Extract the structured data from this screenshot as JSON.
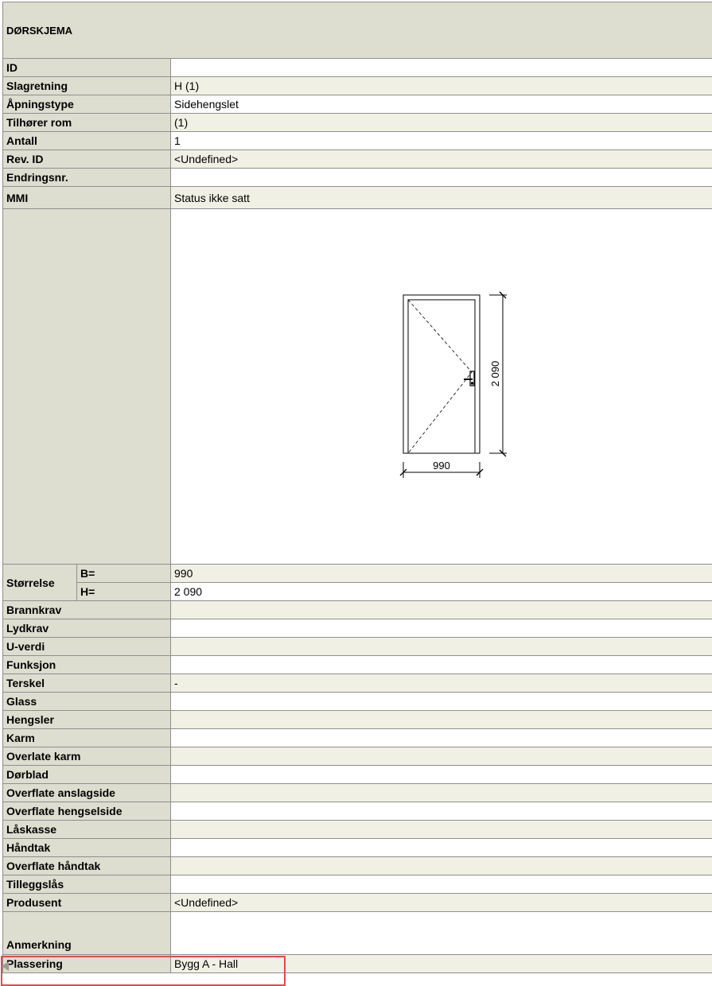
{
  "title": "DØRSKJEMA",
  "top_rows": [
    {
      "label": "ID",
      "value": ""
    },
    {
      "label": "Slagretning",
      "value": "H (1)"
    },
    {
      "label": "Åpningstype",
      "value": "Sidehengslet"
    },
    {
      "label": "Tilhører rom",
      "value": " (1)"
    },
    {
      "label": "Antall",
      "value": "1"
    },
    {
      "label": "Rev. ID",
      "value": "<Undefined>"
    },
    {
      "label": "Endringsnr.",
      "value": ""
    },
    {
      "label": "MMI",
      "value": "Status ikke satt"
    }
  ],
  "drawing": {
    "width_dim": "990",
    "height_dim": "2 090"
  },
  "size": {
    "label": "Størrelse",
    "b_label": "B=",
    "b_value": "990",
    "h_label": "H=",
    "h_value": "2 090"
  },
  "bottom_rows": [
    {
      "label": "Brannkrav",
      "value": ""
    },
    {
      "label": "Lydkrav",
      "value": ""
    },
    {
      "label": "U-verdi",
      "value": ""
    },
    {
      "label": "Funksjon",
      "value": ""
    },
    {
      "label": "Terskel",
      "value": "-"
    },
    {
      "label": "Glass",
      "value": ""
    },
    {
      "label": "Hengsler",
      "value": ""
    },
    {
      "label": "Karm",
      "value": ""
    },
    {
      "label": "Overlate karm",
      "value": ""
    },
    {
      "label": "Dørblad",
      "value": ""
    },
    {
      "label": "Overflate anslagside",
      "value": ""
    },
    {
      "label": "Overflate hengselside",
      "value": ""
    },
    {
      "label": "Låskasse",
      "value": ""
    },
    {
      "label": "Håndtak",
      "value": ""
    },
    {
      "label": "Overflate håndtak",
      "value": ""
    },
    {
      "label": "Tilleggslås",
      "value": ""
    },
    {
      "label": "Produsent",
      "value": "<Undefined>"
    }
  ],
  "remark": {
    "label": "Anmerkning",
    "value": ""
  },
  "placement": {
    "label": "Plassering",
    "value": "Bygg A - Hall"
  }
}
